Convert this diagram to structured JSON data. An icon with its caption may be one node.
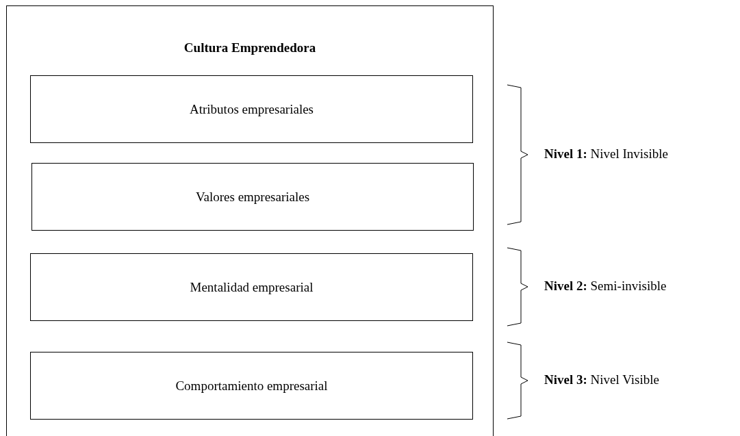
{
  "diagram": {
    "nodes": [
      {
        "text": [
          "Cultura Emprendedora"
        ]
      },
      {
        "text": [
          "Atributos empresariales"
        ],
        "in": 0
      },
      {
        "text": [
          "Valores empresariales"
        ],
        "in": 0
      },
      {
        "text": [
          "Mentalidad empresarial"
        ],
        "in": 0
      },
      {
        "text": [
          "Comportamiento empresarial"
        ],
        "in": 0
      }
    ],
    "labels": [
      "**Nivel 1:** Nivel Invisible",
      "**Nivel 2:** Semi-invisible",
      "**Nivel 3:** Nivel Visible"
    ]
  }
}
